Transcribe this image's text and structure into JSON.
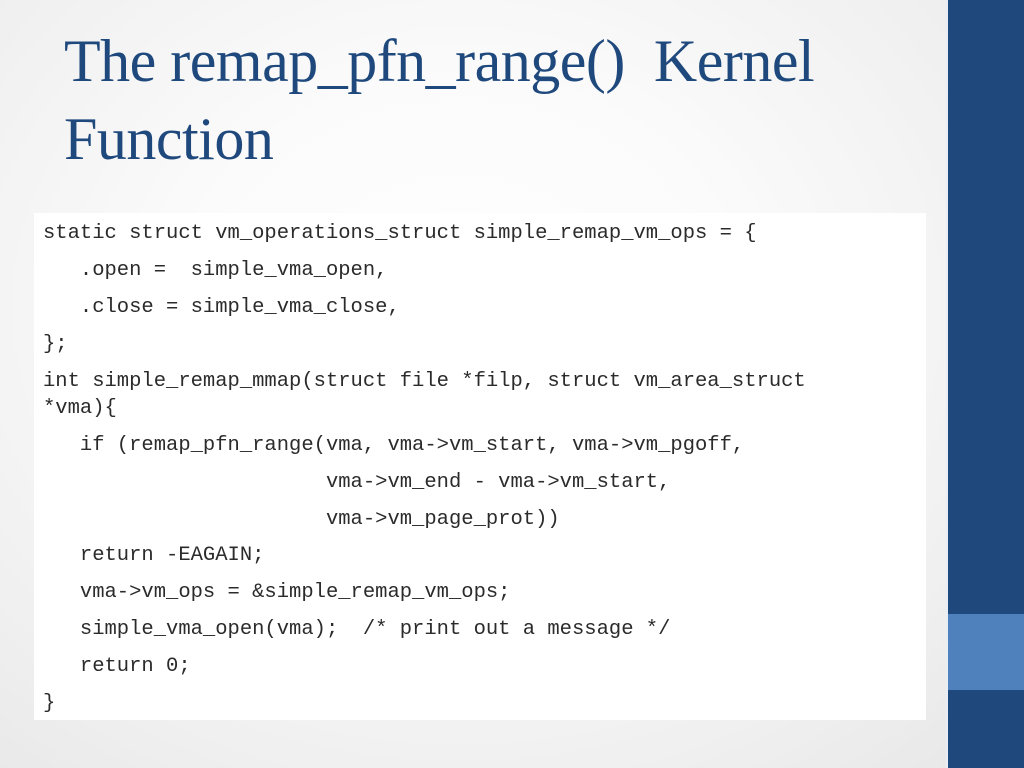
{
  "slide": {
    "title_lines": [
      "The remap_pfn_range()  Kernel",
      "Function"
    ],
    "code_lines": [
      "static struct vm_operations_struct simple_remap_vm_ops = {",
      "   .open =  simple_vma_open,",
      "   .close = simple_vma_close,",
      "};",
      "int simple_remap_mmap(struct file *filp, struct vm_area_struct",
      "*vma){",
      "   if (remap_pfn_range(vma, vma->vm_start, vma->vm_pgoff,",
      "                       vma->vm_end - vma->vm_start,",
      "                       vma->vm_page_prot))",
      "   return -EAGAIN;",
      "   vma->vm_ops = &simple_remap_vm_ops;",
      "   simple_vma_open(vma);  /* print out a message */",
      "   return 0;",
      "}"
    ]
  },
  "colors": {
    "title": "#1f497d",
    "sidebar": "#1f497d",
    "sidebar_accent": "#4f81bd",
    "code_text": "#2b2b2b",
    "code_background": "#ffffff"
  }
}
